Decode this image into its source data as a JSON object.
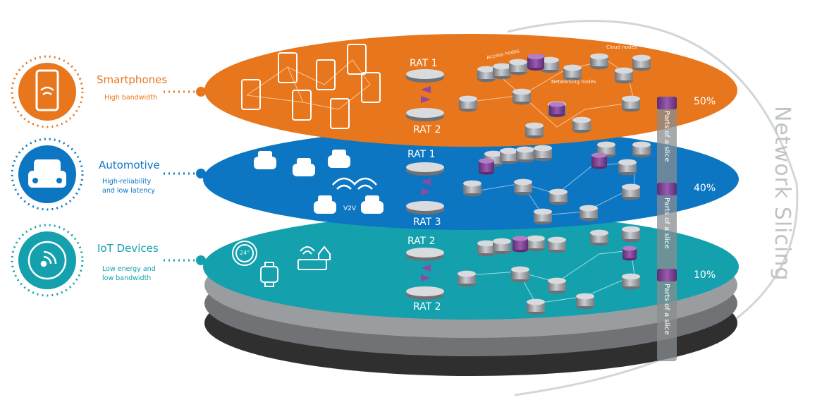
{
  "colors": {
    "orange": "#e8761c",
    "blue": "#0d76c2",
    "teal": "#14a1ad",
    "slice": "#7b3f8e"
  },
  "use_cases": [
    {
      "title": "Smartphones",
      "subtitle_lines": [
        "High bandwidth"
      ],
      "color": "#e8761c",
      "icon": "smartphone-wifi-icon"
    },
    {
      "title": "Automotive",
      "subtitle_lines": [
        "High-reliability",
        "and low latency"
      ],
      "color": "#0d76c2",
      "icon": "car-icon"
    },
    {
      "title": "IoT Devices",
      "subtitle_lines": [
        "Low energy and",
        "low bandwidth"
      ],
      "color": "#14a1ad",
      "icon": "wifi-signal-icon"
    }
  ],
  "layers": [
    {
      "rat_top": "RAT 1",
      "rat_bottom": "RAT 2",
      "percent": "50%",
      "slice_label": "Parts of a slice"
    },
    {
      "rat_top": "RAT 1",
      "rat_bottom": "RAT 3",
      "percent": "40%",
      "slice_label": "Parts of a slice"
    },
    {
      "rat_top": "RAT 2",
      "rat_bottom": "RAT 2",
      "percent": "10%",
      "slice_label": "Parts of a slice"
    }
  ],
  "node_labels": {
    "access": "Access nodes",
    "cloud": "Cloud nodes",
    "networking": "Networking nodes"
  },
  "v2v": "V2V",
  "iot_temp": "24°",
  "side_title": "Network Slicing"
}
